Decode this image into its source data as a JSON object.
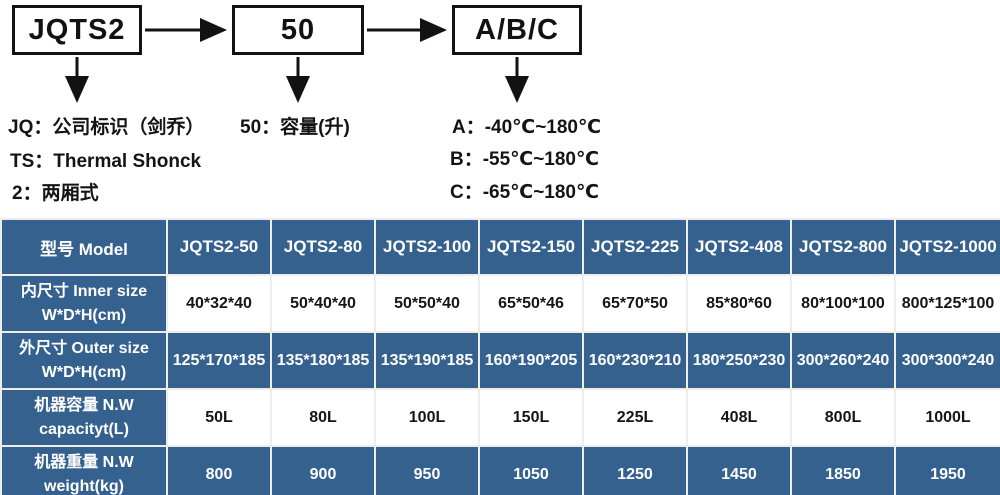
{
  "diagram": {
    "boxes": [
      {
        "label": "JQTS2"
      },
      {
        "label": "50"
      },
      {
        "label": "A/B/C"
      }
    ],
    "legend": {
      "jq": "JQ：公司标识（剑乔）",
      "ts": "TS：Thermal Shonck",
      "two": "2：两厢式",
      "capacity": "50：容量(升)",
      "temp_a": "A：-40℃~180℃",
      "temp_b": "B：-55℃~180℃",
      "temp_c": "C：-65℃~180℃"
    }
  },
  "table": {
    "header": {
      "model_label": "型号 Model",
      "models": [
        "JQTS2-50",
        "JQTS2-80",
        "JQTS2-100",
        "JQTS2-150",
        "JQTS2-225",
        "JQTS2-408",
        "JQTS2-800",
        "JQTS2-1000"
      ]
    },
    "rows": [
      {
        "label_line1": "内尺寸 Inner size",
        "label_line2": "W*D*H(cm)",
        "values": [
          "40*32*40",
          "50*40*40",
          "50*50*40",
          "65*50*46",
          "65*70*50",
          "85*80*60",
          "80*100*100",
          "800*125*100"
        ]
      },
      {
        "label_line1": "外尺寸 Outer size",
        "label_line2": "W*D*H(cm)",
        "values": [
          "125*170*185",
          "135*180*185",
          "135*190*185",
          "160*190*205",
          "160*230*210",
          "180*250*230",
          "300*260*240",
          "300*300*240"
        ]
      },
      {
        "label_line1": "机器容量 N.W",
        "label_line2": "capacityt(L)",
        "values": [
          "50L",
          "80L",
          "100L",
          "150L",
          "225L",
          "408L",
          "800L",
          "1000L"
        ]
      },
      {
        "label_line1": "机器重量 N.W",
        "label_line2": "weight(kg)",
        "values": [
          "800",
          "900",
          "950",
          "1050",
          "1250",
          "1450",
          "1850",
          "1950"
        ]
      }
    ]
  },
  "colors": {
    "table_blue": "#35618F",
    "border_light": "#EFECEC",
    "box_border": "#121212"
  }
}
